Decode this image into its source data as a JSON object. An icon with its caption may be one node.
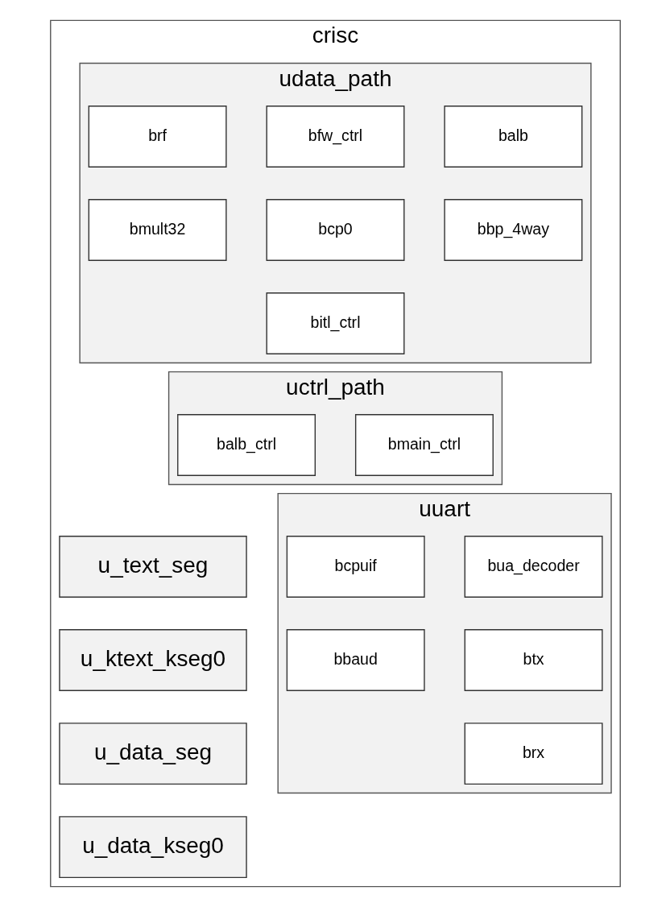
{
  "diagram": {
    "nodes": [
      {
        "text": [
          "crisc"
        ]
      },
      {
        "text": [
          "udata_path"
        ],
        "in": 0
      },
      {
        "text": [
          "balb"
        ],
        "in": 1
      },
      {
        "text": [
          "bfw_ctrl"
        ],
        "in": 1
      },
      {
        "text": [
          "brf"
        ],
        "in": 1
      },
      {
        "text": [
          "bbp_4way"
        ],
        "in": 1
      },
      {
        "text": [
          "bcp0"
        ],
        "in": 1
      },
      {
        "text": [
          "bmult32"
        ],
        "in": 1
      },
      {
        "text": [
          "bitl_ctrl"
        ],
        "in": 1
      },
      {
        "text": [
          "uctrl_path"
        ],
        "in": 0
      },
      {
        "text": [
          "balb_ctrl"
        ],
        "in": 9
      },
      {
        "text": [
          "bmain_ctrl"
        ],
        "in": 9
      },
      {
        "text": [
          "u_text_seg"
        ],
        "in": 0
      },
      {
        "text": [
          "u_ktext_kseg0"
        ],
        "in": 0
      },
      {
        "text": [
          "u_data_seg"
        ],
        "in": 0
      },
      {
        "text": [
          "u_data_kseg0"
        ],
        "in": 0
      },
      {
        "text": [
          "uuart"
        ],
        "in": 0
      },
      {
        "text": [
          "bua_decoder"
        ],
        "in": 16
      },
      {
        "text": [
          "bcpuif"
        ],
        "in": 16
      },
      {
        "text": [
          "btx"
        ],
        "in": 16
      },
      {
        "text": [
          "bbaud"
        ],
        "in": 16
      },
      {
        "text": [
          "brx"
        ],
        "in": 16
      }
    ],
    "edges": []
  }
}
